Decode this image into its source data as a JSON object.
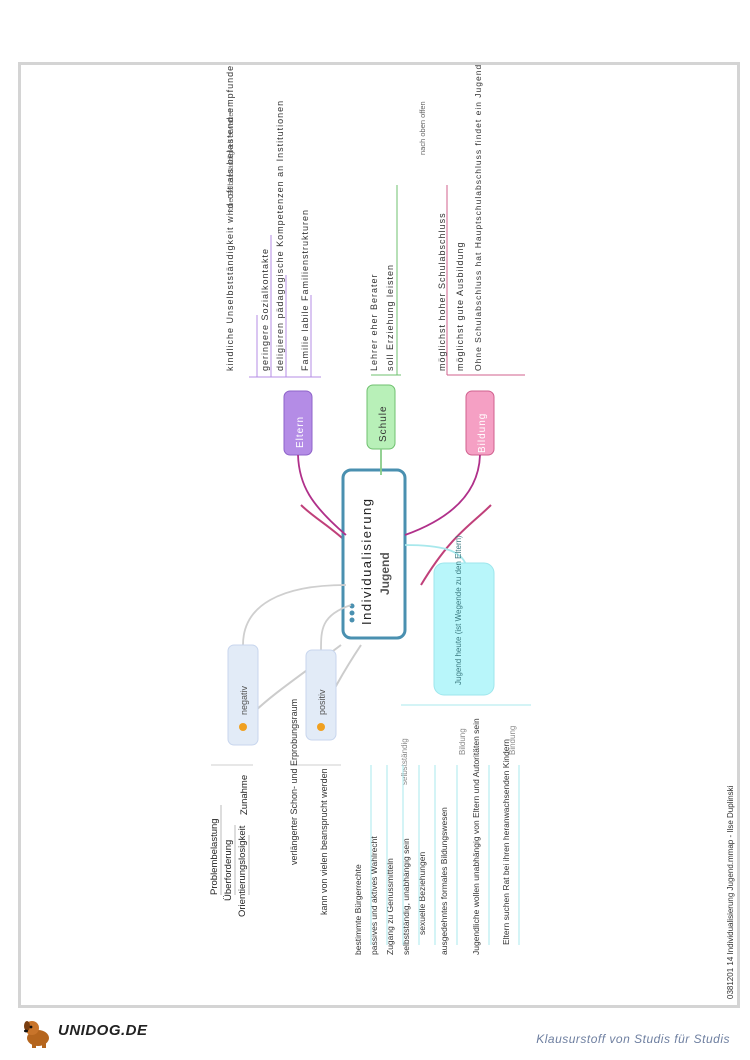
{
  "center": {
    "line1": "Individualisierung",
    "line2": "Jugend"
  },
  "branches": {
    "eltern": {
      "label": "Eltern",
      "items": [
        "kindliche Unselbstständigkeit wird oft als belastend empfunden",
        "geringere Sozialkontakte",
        "deligieren pädagogische Kompetenzen an Institutionen",
        "Familie labile Familienstrukturen"
      ],
      "extra": "hohe Selbstständigkeit erwarten"
    },
    "schule": {
      "label": "Schule",
      "items": [
        "Lehrer eher Berater",
        "soll Erziehung leisten"
      ]
    },
    "bildung": {
      "label": "Bildung",
      "items": [
        "möglichst hoher Schulabschluss",
        "möglichst gute Ausbildung",
        "Ohne Schulabschluss hat Hauptschulabschluss findet ein Jugendlicher keine Chance auf dem Ausbildungsmarkt"
      ],
      "extra": "nach oben offen"
    },
    "jugend_heute": {
      "label": "Jugend heute (ist Wegende zu den Eltern)",
      "groups": [
        {
          "label": "selbstständig",
          "items": [
            "bestimmte Bürgerrechte",
            "passives und aktives Wahlrecht",
            "Zugang zu Genussmitteln",
            "selbstständig, unabhängig sein",
            "sexuelle Beziehungen"
          ]
        },
        {
          "label": "Bildung",
          "items": [
            "ausgedehntes formales Bildungswesen"
          ]
        },
        {
          "label": "Bindung",
          "items": [
            "Jugendliche wollen unabhängig von Eltern und Autoritäten sein",
            "Eltern suchen Rat bei ihren heranwachsenden Kindern"
          ]
        }
      ]
    },
    "negativ": {
      "label": "negativ",
      "items": [
        "Problembelastung",
        "Überforderung",
        "Orientierungslosigkeit",
        "Zunahme"
      ]
    },
    "positiv": {
      "label": "positiv",
      "items": [
        "verlängerter Schon- und Erprobungsraum",
        "kann von vielen beansprucht werden"
      ]
    }
  },
  "footer": {
    "filename": "0381201 14 Individualisierung Jugend.mmap - Ilse Duplinski",
    "slogan": "Klausurstoff von Studis für Studis",
    "logo": "UNIDOG.DE"
  },
  "colors": {
    "eltern": "#b48ce6",
    "schule": "#9fe09f",
    "bildung": "#f090b8",
    "center_border": "#4a90b0",
    "jugend": "#a8f0f4",
    "negativ": "#d8e4f4",
    "positiv": "#d8e4f4",
    "connector_pink": "#c0407a"
  }
}
